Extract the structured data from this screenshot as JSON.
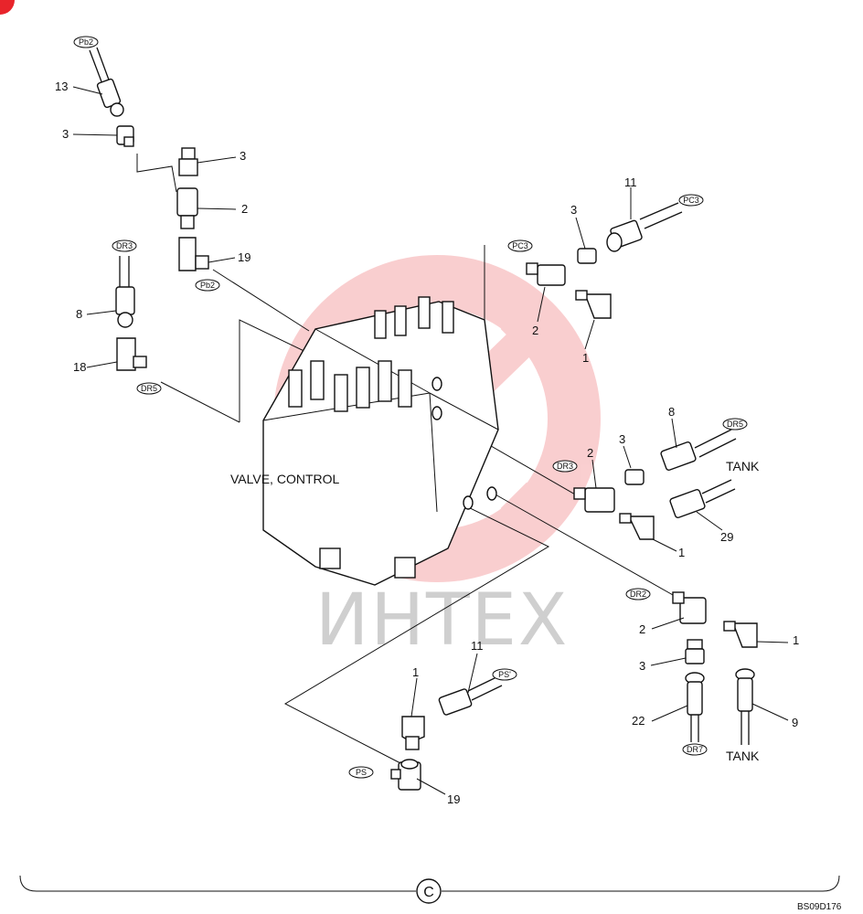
{
  "watermark": {
    "text": "ИНТЕХ",
    "color": "#e8242b"
  },
  "labels": {
    "valve": "VALVE, CONTROL",
    "tank_top": "TANK",
    "tank_bottom": "TANK",
    "circle_letter": "C",
    "drawing_code": "BS09D176"
  },
  "tags": {
    "pb2_top": "Pb2",
    "pb2_mid": "Pb2",
    "dr3_left": "DR3",
    "dr5_left": "DR5",
    "pc3_right": "PC3",
    "pc3_mid": "PC3",
    "dr5_right": "DR5",
    "dr3_mid": "DR3",
    "dr2": "DR2",
    "ps_prime": "PS'",
    "ps": "PS",
    "dr7": "DR7"
  },
  "callouts": {
    "c13": "13",
    "c3a": "3",
    "c3b": "3",
    "c2a": "2",
    "c19a": "19",
    "c8a": "8",
    "c18": "18",
    "c11a": "11",
    "c3c": "3",
    "c2b": "2",
    "c1a": "1",
    "c8b": "8",
    "c3d": "3",
    "c2c": "2",
    "c1b": "1",
    "c29": "29",
    "c2d": "2",
    "c1c": "1",
    "c3e": "3",
    "c22": "22",
    "c9": "9",
    "c1d": "1",
    "c11b": "11",
    "c19b": "19"
  }
}
